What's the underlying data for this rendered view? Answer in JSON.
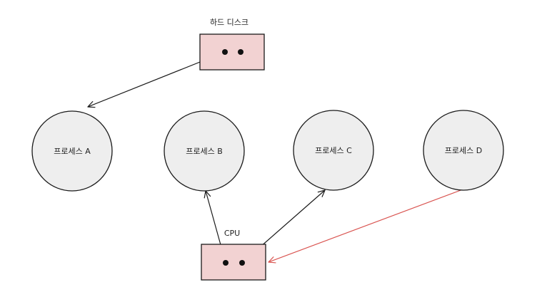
{
  "colors": {
    "box_fill": "#f2d2d2",
    "circle_fill": "#eeeeee",
    "stroke": "#1a1a1a",
    "highlight_edge": "#d9534f"
  },
  "disk": {
    "label": "하드 디스크"
  },
  "cpu": {
    "label": "CPU"
  },
  "processes": [
    {
      "id": "A",
      "label": "프로세스 A"
    },
    {
      "id": "B",
      "label": "프로세스 B"
    },
    {
      "id": "C",
      "label": "프로세스 C"
    },
    {
      "id": "D",
      "label": "프로세스 D"
    }
  ],
  "edges": [
    {
      "from": "disk",
      "to": "A",
      "color": "stroke"
    },
    {
      "from": "cpu",
      "to": "B",
      "color": "stroke"
    },
    {
      "from": "cpu",
      "to": "C",
      "color": "stroke"
    },
    {
      "from": "D",
      "to": "cpu",
      "color": "highlight_edge"
    }
  ]
}
